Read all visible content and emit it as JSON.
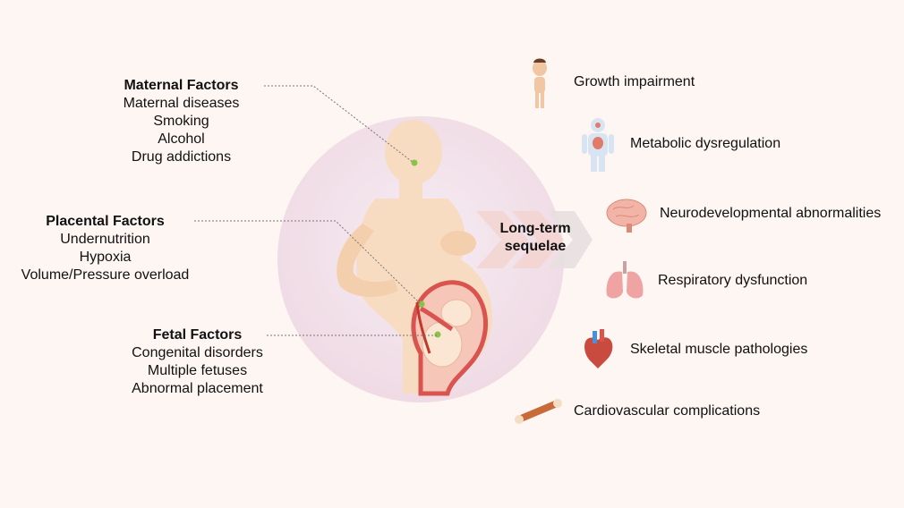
{
  "factors": {
    "maternal": {
      "title": "Maternal Factors",
      "items": [
        "Maternal diseases",
        "Smoking",
        "Alcohol",
        "Drug addictions"
      ]
    },
    "placental": {
      "title": "Placental Factors",
      "items": [
        "Undernutrition",
        "Hypoxia",
        "Volume/Pressure overload"
      ]
    },
    "fetal": {
      "title": "Fetal Factors",
      "items": [
        "Congenital disorders",
        "Multiple fetuses",
        "Abnormal placement"
      ]
    }
  },
  "center_label": {
    "line1": "Long-term",
    "line2": "sequelae"
  },
  "sequelae": [
    {
      "label": "Growth impairment",
      "icon": "child-body-icon"
    },
    {
      "label": "Metabolic dysregulation",
      "icon": "human-organs-icon"
    },
    {
      "label": "Neurodevelopmental abnormalities",
      "icon": "brain-icon"
    },
    {
      "label": "Respiratory dysfunction",
      "icon": "lungs-icon"
    },
    {
      "label": "Skeletal muscle pathologies",
      "icon": "heart-icon"
    },
    {
      "label": "Cardiovascular complications",
      "icon": "bone-icon"
    }
  ],
  "colors": {
    "background": "#fdf6f3",
    "circle": "#f3e3ea",
    "body": "#f8dcc1",
    "uterus": "#d9534f",
    "marker": "#8bc34a",
    "chevron": "#f4d6d2"
  }
}
